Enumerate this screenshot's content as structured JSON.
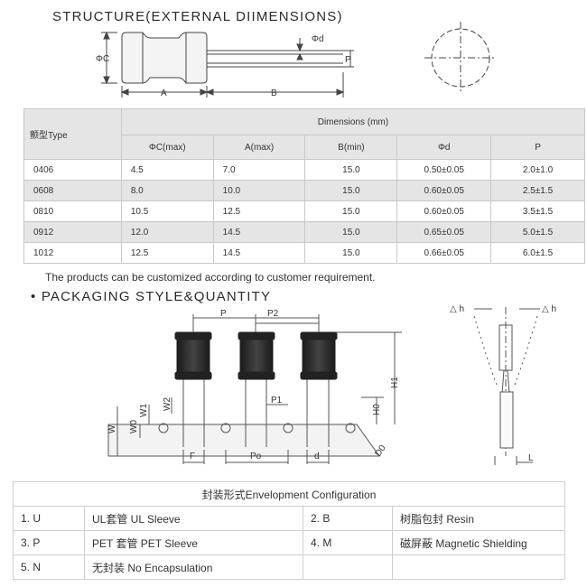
{
  "structure": {
    "title": "STRUCTURE(EXTERNAL DIIMENSIONS)",
    "labels": {
      "phi_c": "ΦC",
      "phi_d": "Φd",
      "p": "P",
      "a": "A",
      "b": "B"
    }
  },
  "dimensions_table": {
    "type_header": "颤型Type",
    "group_header": "Dimensions (mm)",
    "columns": [
      "ΦC(max)",
      "A(max)",
      "B(min)",
      "Φd",
      "P"
    ],
    "rows": [
      [
        "0406",
        "4.5",
        "7.0",
        "15.0",
        "0.50±0.05",
        "2.0±1.0"
      ],
      [
        "0608",
        "8.0",
        "10.0",
        "15.0",
        "0.60±0.05",
        "2.5±1.5"
      ],
      [
        "0810",
        "10.5",
        "12.5",
        "15.0",
        "0.60±0.05",
        "3.5±1.5"
      ],
      [
        "0912",
        "12.0",
        "14.5",
        "15.0",
        "0.65±0.05",
        "5.0±1.5"
      ],
      [
        "1012",
        "12.5",
        "14.5",
        "15.0",
        "0.66±0.05",
        "6.0±1.5"
      ]
    ]
  },
  "note": "The products can be customized according to customer requirement.",
  "packaging": {
    "title": "• PACKAGING STYLE&QUANTITY",
    "labels": {
      "p": "P",
      "p2": "P2",
      "p1": "P1",
      "h1": "H1",
      "h0": "H0",
      "w": "W",
      "w0": "W0",
      "w1": "W1",
      "w2": "W2",
      "f": "F",
      "po": "Po",
      "d": "d",
      "d0": "D0",
      "delta_h_left": "△ h",
      "delta_h_right": "△ h",
      "l": "L"
    }
  },
  "envelopment": {
    "title": "封装形式Envelopment Configuration",
    "rows": [
      {
        "left_num": "1. U",
        "left_text": "UL套管  UL Sleeve",
        "right_num": "2. B",
        "right_text": "树脂包封 Resin"
      },
      {
        "left_num": "3.  P",
        "left_text": "PET 套管 PET Sleeve",
        "right_num": "4. M",
        "right_text": "磁屏蔽 Magnetic Shielding"
      },
      {
        "left_num": "5.  N",
        "left_text": "无封装  No Encapsulation",
        "right_num": "",
        "right_text": ""
      }
    ]
  }
}
